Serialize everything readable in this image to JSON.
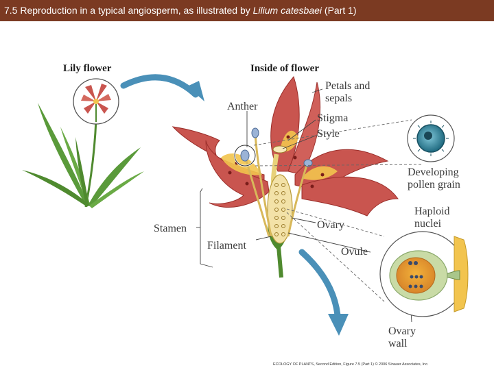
{
  "title": {
    "prefix": "7.5  Reproduction in a typical angiosperm, as illustrated by ",
    "species": "Lilium catesbaei",
    "suffix": " (Part 1)"
  },
  "headings": {
    "lily_flower": "Lily flower",
    "inside_flower": "Inside of flower"
  },
  "labels": {
    "petals_line1": "Petals and",
    "petals_line2": "sepals",
    "anther": "Anther",
    "stigma": "Stigma",
    "style": "Style",
    "developing_line1": "Developing",
    "developing_line2": "pollen grain",
    "haploid_line1": "Haploid",
    "haploid_line2": "nuclei",
    "stamen": "Stamen",
    "ovary": "Ovary",
    "filament": "Filament",
    "ovule": "Ovule",
    "ovary_wall_line1": "Ovary",
    "ovary_wall_line2": "wall"
  },
  "credit": "ECOLOGY OF PLANTS, Second Edition, Figure 7.5 (Part 1)  © 2006 Sinauer Associates, Inc.",
  "colors": {
    "title_bar": "#7b3a22",
    "petal": "#c9554f",
    "petal_dark": "#9b2f2b",
    "petal_yellow": "#f2c44e",
    "leaf": "#5a9a3a",
    "arrow_blue": "#4a90b8",
    "ovary_fill": "#f3e2a8",
    "pollen": "#2d7a8f"
  }
}
